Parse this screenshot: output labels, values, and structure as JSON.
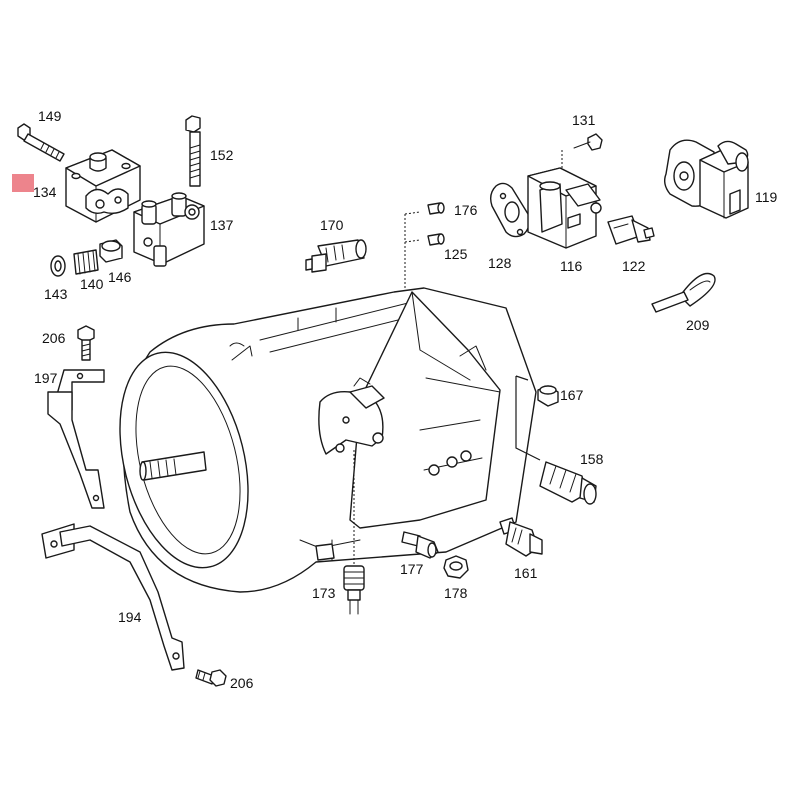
{
  "diagram": {
    "callouts": [
      {
        "id": "c149",
        "label": "149"
      },
      {
        "id": "c134",
        "label": "134"
      },
      {
        "id": "c152",
        "label": "152"
      },
      {
        "id": "c137",
        "label": "137"
      },
      {
        "id": "c143",
        "label": "143"
      },
      {
        "id": "c140",
        "label": "140"
      },
      {
        "id": "c146",
        "label": "146"
      },
      {
        "id": "c170",
        "label": "170"
      },
      {
        "id": "c176",
        "label": "176"
      },
      {
        "id": "c125",
        "label": "125"
      },
      {
        "id": "c131",
        "label": "131"
      },
      {
        "id": "c128",
        "label": "128"
      },
      {
        "id": "c116",
        "label": "116"
      },
      {
        "id": "c122",
        "label": "122"
      },
      {
        "id": "c119",
        "label": "119"
      },
      {
        "id": "c209",
        "label": "209"
      },
      {
        "id": "c206a",
        "label": "206"
      },
      {
        "id": "c197",
        "label": "197"
      },
      {
        "id": "c167",
        "label": "167"
      },
      {
        "id": "c158",
        "label": "158"
      },
      {
        "id": "c177",
        "label": "177"
      },
      {
        "id": "c161",
        "label": "161"
      },
      {
        "id": "c178",
        "label": "178"
      },
      {
        "id": "c173",
        "label": "173"
      },
      {
        "id": "c194",
        "label": "194"
      },
      {
        "id": "c206b",
        "label": "206"
      }
    ],
    "highlight_color": "#ea6e78",
    "line_color": "#1a1a1a"
  }
}
